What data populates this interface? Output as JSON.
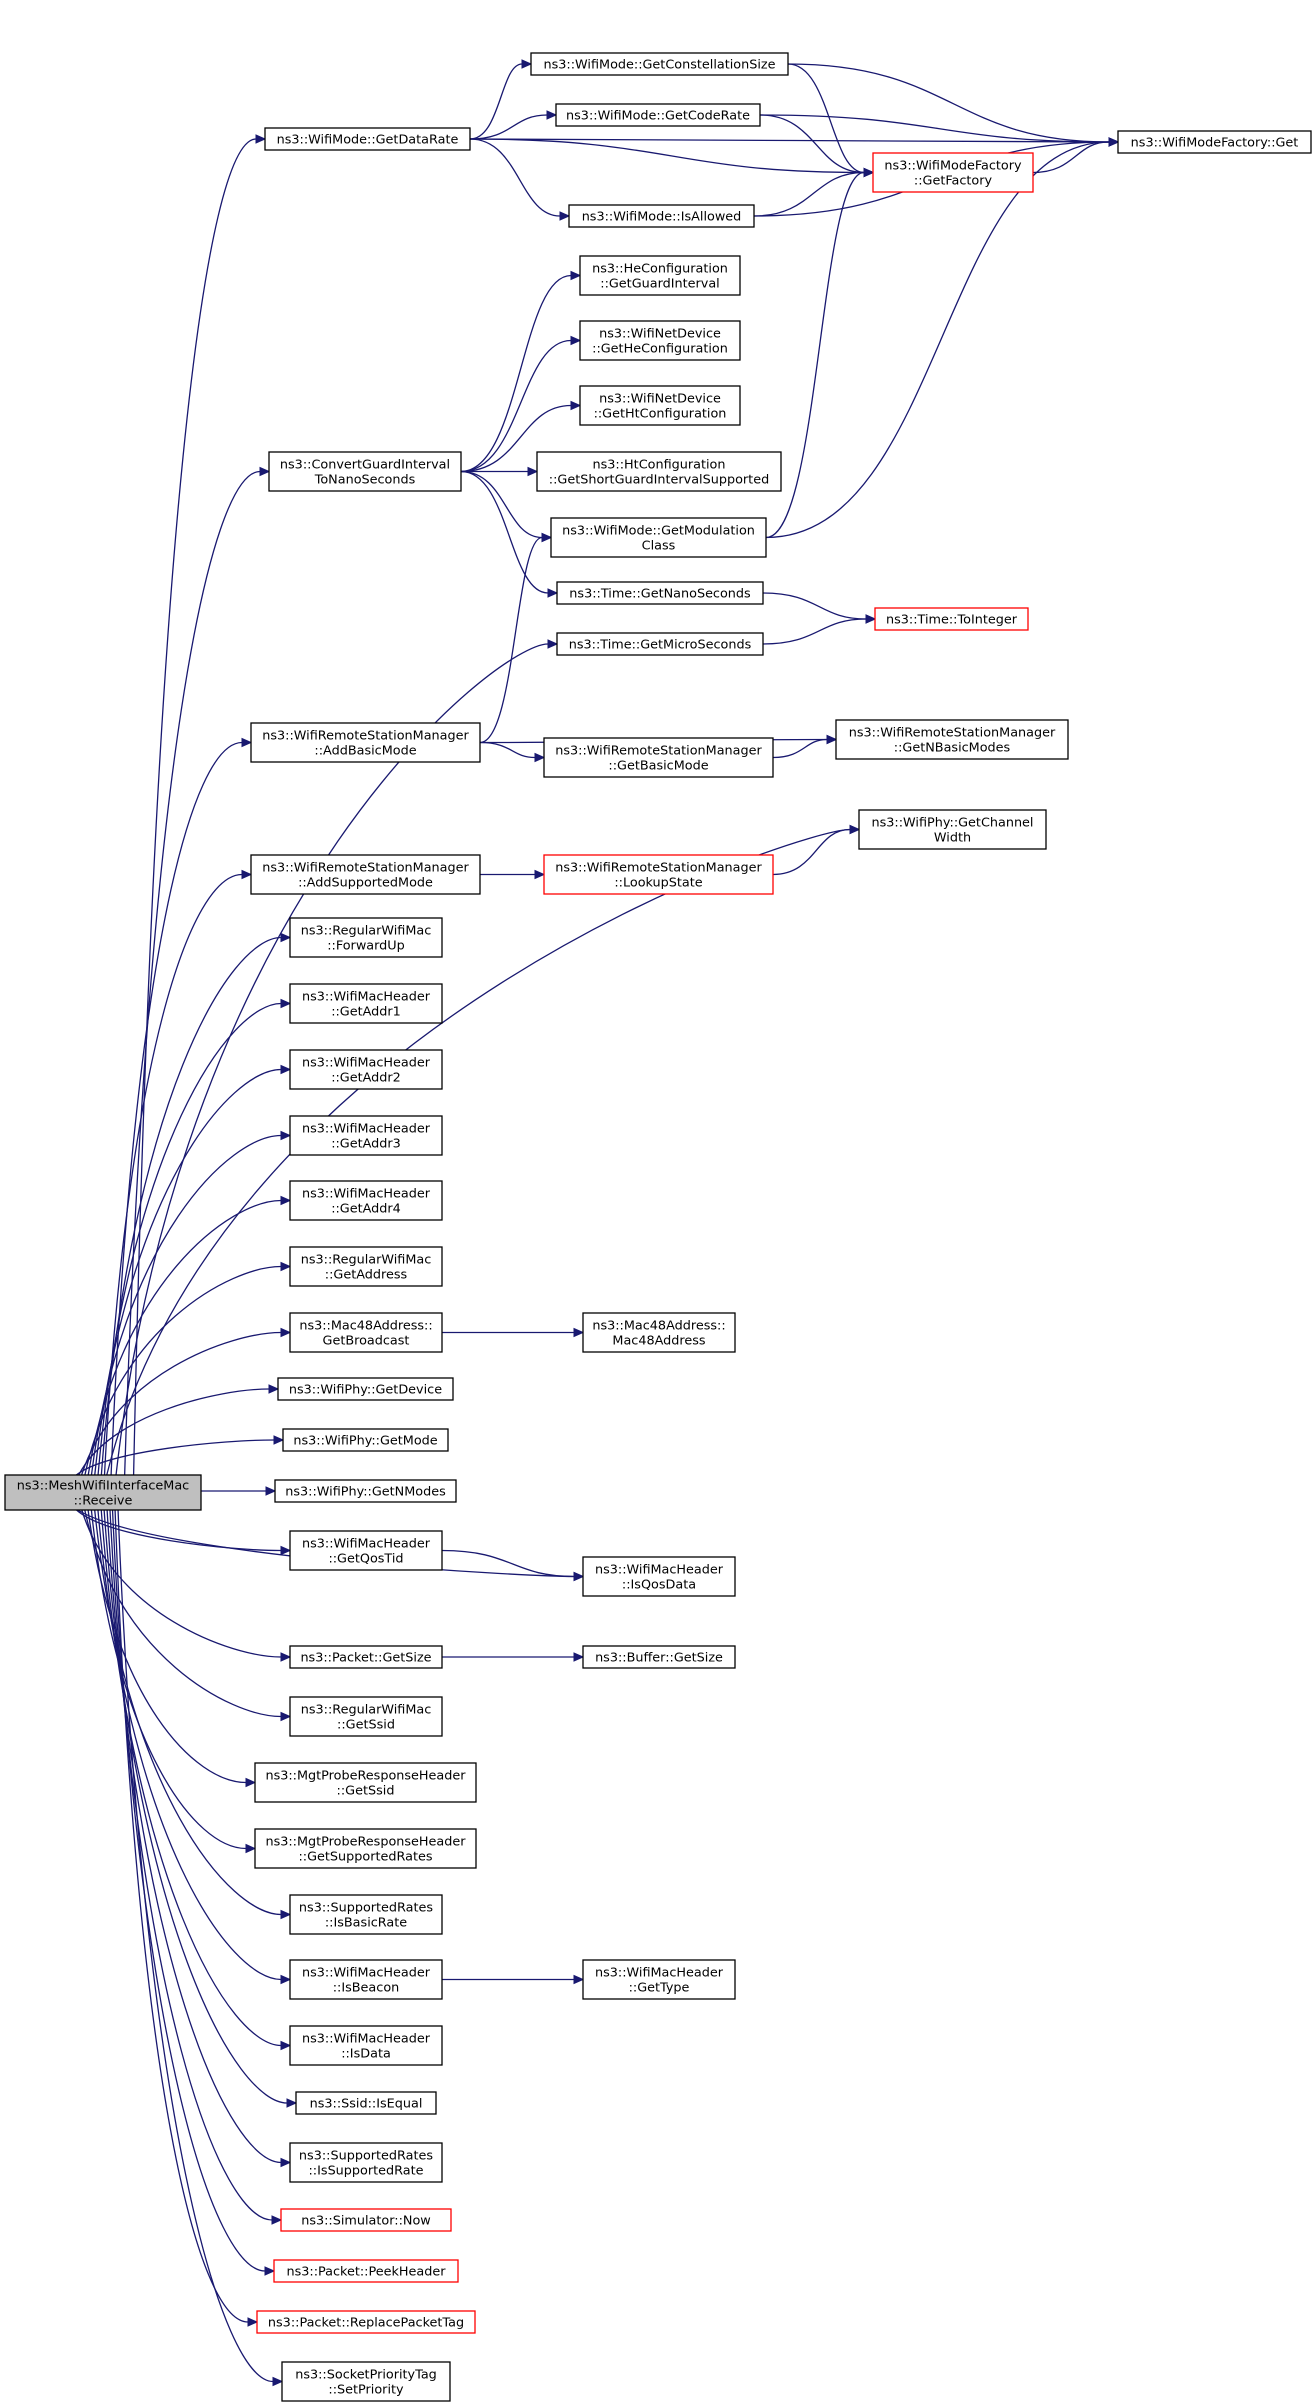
{
  "colors": {
    "edge": "#191970",
    "root_fill": "#bfbfbf",
    "red_border": "#ff0000"
  },
  "nodes": [
    {
      "id": "root",
      "lines": [
        "ns3::MeshWifiInterfaceMac",
        "::Receive"
      ],
      "style": "root"
    },
    {
      "id": "getdatarate",
      "lines": [
        "ns3::WifiMode::GetDataRate"
      ]
    },
    {
      "id": "getconst",
      "lines": [
        "ns3::WifiMode::GetConstellationSize"
      ]
    },
    {
      "id": "getcoderate",
      "lines": [
        "ns3::WifiMode::GetCodeRate"
      ]
    },
    {
      "id": "isallowed",
      "lines": [
        "ns3::WifiMode::IsAllowed"
      ]
    },
    {
      "id": "getfactory",
      "lines": [
        "ns3::WifiModeFactory",
        "::GetFactory"
      ],
      "style": "red"
    },
    {
      "id": "factoryget",
      "lines": [
        "ns3::WifiModeFactory::Get"
      ]
    },
    {
      "id": "heguard",
      "lines": [
        "ns3::HeConfiguration",
        "::GetGuardInterval"
      ]
    },
    {
      "id": "gethecfg",
      "lines": [
        "ns3::WifiNetDevice",
        "::GetHeConfiguration"
      ]
    },
    {
      "id": "gethtcfg",
      "lines": [
        "ns3::WifiNetDevice",
        "::GetHtConfiguration"
      ]
    },
    {
      "id": "convert",
      "lines": [
        "ns3::ConvertGuardInterval",
        "ToNanoSeconds"
      ]
    },
    {
      "id": "htshort",
      "lines": [
        "ns3::HtConfiguration",
        "::GetShortGuardIntervalSupported"
      ]
    },
    {
      "id": "getmodclass",
      "lines": [
        "ns3::WifiMode::GetModulation",
        "Class"
      ]
    },
    {
      "id": "getnano",
      "lines": [
        "ns3::Time::GetNanoSeconds"
      ]
    },
    {
      "id": "tointeger",
      "lines": [
        "ns3::Time::ToInteger"
      ],
      "style": "red"
    },
    {
      "id": "getmicro",
      "lines": [
        "ns3::Time::GetMicroSeconds"
      ]
    },
    {
      "id": "addbasic",
      "lines": [
        "ns3::WifiRemoteStationManager",
        "::AddBasicMode"
      ]
    },
    {
      "id": "getbasicmode",
      "lines": [
        "ns3::WifiRemoteStationManager",
        "::GetBasicMode"
      ]
    },
    {
      "id": "getnbasic",
      "lines": [
        "ns3::WifiRemoteStationManager",
        "::GetNBasicModes"
      ]
    },
    {
      "id": "chanwidth",
      "lines": [
        "ns3::WifiPhy::GetChannel",
        "Width"
      ]
    },
    {
      "id": "addsupported",
      "lines": [
        "ns3::WifiRemoteStationManager",
        "::AddSupportedMode"
      ]
    },
    {
      "id": "lookup",
      "lines": [
        "ns3::WifiRemoteStationManager",
        "::LookupState"
      ],
      "style": "red"
    },
    {
      "id": "forwardup",
      "lines": [
        "ns3::RegularWifiMac",
        "::ForwardUp"
      ]
    },
    {
      "id": "addr1",
      "lines": [
        "ns3::WifiMacHeader",
        "::GetAddr1"
      ]
    },
    {
      "id": "addr2",
      "lines": [
        "ns3::WifiMacHeader",
        "::GetAddr2"
      ]
    },
    {
      "id": "addr3",
      "lines": [
        "ns3::WifiMacHeader",
        "::GetAddr3"
      ]
    },
    {
      "id": "addr4",
      "lines": [
        "ns3::WifiMacHeader",
        "::GetAddr4"
      ]
    },
    {
      "id": "getaddress",
      "lines": [
        "ns3::RegularWifiMac",
        "::GetAddress"
      ]
    },
    {
      "id": "getbroadcast",
      "lines": [
        "ns3::Mac48Address::",
        "GetBroadcast"
      ]
    },
    {
      "id": "mac48",
      "lines": [
        "ns3::Mac48Address::",
        "Mac48Address"
      ]
    },
    {
      "id": "getdevice",
      "lines": [
        "ns3::WifiPhy::GetDevice"
      ]
    },
    {
      "id": "getmode",
      "lines": [
        "ns3::WifiPhy::GetMode"
      ]
    },
    {
      "id": "getnmodes",
      "lines": [
        "ns3::WifiPhy::GetNModes"
      ]
    },
    {
      "id": "getqostid",
      "lines": [
        "ns3::WifiMacHeader",
        "::GetQosTid"
      ]
    },
    {
      "id": "isqosdata",
      "lines": [
        "ns3::WifiMacHeader",
        "::IsQosData"
      ]
    },
    {
      "id": "pktsize",
      "lines": [
        "ns3::Packet::GetSize"
      ]
    },
    {
      "id": "bufsize",
      "lines": [
        "ns3::Buffer::GetSize"
      ]
    },
    {
      "id": "getssid",
      "lines": [
        "ns3::RegularWifiMac",
        "::GetSsid"
      ]
    },
    {
      "id": "probessid",
      "lines": [
        "ns3::MgtProbeResponseHeader",
        "::GetSsid"
      ]
    },
    {
      "id": "proberates",
      "lines": [
        "ns3::MgtProbeResponseHeader",
        "::GetSupportedRates"
      ]
    },
    {
      "id": "isbasicrate",
      "lines": [
        "ns3::SupportedRates",
        "::IsBasicRate"
      ]
    },
    {
      "id": "isbeacon",
      "lines": [
        "ns3::WifiMacHeader",
        "::IsBeacon"
      ]
    },
    {
      "id": "gettype",
      "lines": [
        "ns3::WifiMacHeader",
        "::GetType"
      ]
    },
    {
      "id": "isdata",
      "lines": [
        "ns3::WifiMacHeader",
        "::IsData"
      ]
    },
    {
      "id": "isequal",
      "lines": [
        "ns3::Ssid::IsEqual"
      ]
    },
    {
      "id": "issupportedrate",
      "lines": [
        "ns3::SupportedRates",
        "::IsSupportedRate"
      ]
    },
    {
      "id": "simnow",
      "lines": [
        "ns3::Simulator::Now"
      ],
      "style": "red"
    },
    {
      "id": "peekheader",
      "lines": [
        "ns3::Packet::PeekHeader"
      ],
      "style": "red"
    },
    {
      "id": "replacetag",
      "lines": [
        "ns3::Packet::ReplacePacketTag"
      ],
      "style": "red"
    },
    {
      "id": "setpriority",
      "lines": [
        "ns3::SocketPriorityTag",
        "::SetPriority"
      ]
    }
  ],
  "edges": [
    [
      "root",
      "getdatarate"
    ],
    [
      "root",
      "convert"
    ],
    [
      "root",
      "getmicro"
    ],
    [
      "root",
      "addbasic"
    ],
    [
      "root",
      "chanwidth"
    ],
    [
      "root",
      "addsupported"
    ],
    [
      "root",
      "forwardup"
    ],
    [
      "root",
      "addr1"
    ],
    [
      "root",
      "addr2"
    ],
    [
      "root",
      "addr3"
    ],
    [
      "root",
      "addr4"
    ],
    [
      "root",
      "getaddress"
    ],
    [
      "root",
      "getbroadcast"
    ],
    [
      "root",
      "getdevice"
    ],
    [
      "root",
      "getmode"
    ],
    [
      "root",
      "getnmodes"
    ],
    [
      "root",
      "getqostid"
    ],
    [
      "root",
      "isqosdata"
    ],
    [
      "root",
      "pktsize"
    ],
    [
      "root",
      "getssid"
    ],
    [
      "root",
      "probessid"
    ],
    [
      "root",
      "proberates"
    ],
    [
      "root",
      "isbasicrate"
    ],
    [
      "root",
      "isbeacon"
    ],
    [
      "root",
      "isdata"
    ],
    [
      "root",
      "isequal"
    ],
    [
      "root",
      "issupportedrate"
    ],
    [
      "root",
      "simnow"
    ],
    [
      "root",
      "peekheader"
    ],
    [
      "root",
      "replacetag"
    ],
    [
      "root",
      "setpriority"
    ],
    [
      "getdatarate",
      "getconst"
    ],
    [
      "getdatarate",
      "getcoderate"
    ],
    [
      "getdatarate",
      "isallowed"
    ],
    [
      "getdatarate",
      "getfactory"
    ],
    [
      "getdatarate",
      "factoryget"
    ],
    [
      "getconst",
      "getfactory"
    ],
    [
      "getconst",
      "factoryget"
    ],
    [
      "getcoderate",
      "getfactory"
    ],
    [
      "getcoderate",
      "factoryget"
    ],
    [
      "isallowed",
      "getfactory"
    ],
    [
      "isallowed",
      "factoryget"
    ],
    [
      "getfactory",
      "factoryget"
    ],
    [
      "convert",
      "heguard"
    ],
    [
      "convert",
      "gethecfg"
    ],
    [
      "convert",
      "gethtcfg"
    ],
    [
      "convert",
      "htshort"
    ],
    [
      "convert",
      "getmodclass"
    ],
    [
      "convert",
      "getnano"
    ],
    [
      "getmodclass",
      "getfactory"
    ],
    [
      "getmodclass",
      "factoryget"
    ],
    [
      "getnano",
      "tointeger"
    ],
    [
      "getmicro",
      "tointeger"
    ],
    [
      "addbasic",
      "getmodclass"
    ],
    [
      "addbasic",
      "getbasicmode"
    ],
    [
      "addbasic",
      "getnbasic"
    ],
    [
      "getbasicmode",
      "getnbasic"
    ],
    [
      "addsupported",
      "lookup"
    ],
    [
      "lookup",
      "chanwidth"
    ],
    [
      "getbroadcast",
      "mac48"
    ],
    [
      "getqostid",
      "isqosdata"
    ],
    [
      "pktsize",
      "bufsize"
    ],
    [
      "isbeacon",
      "gettype"
    ]
  ]
}
